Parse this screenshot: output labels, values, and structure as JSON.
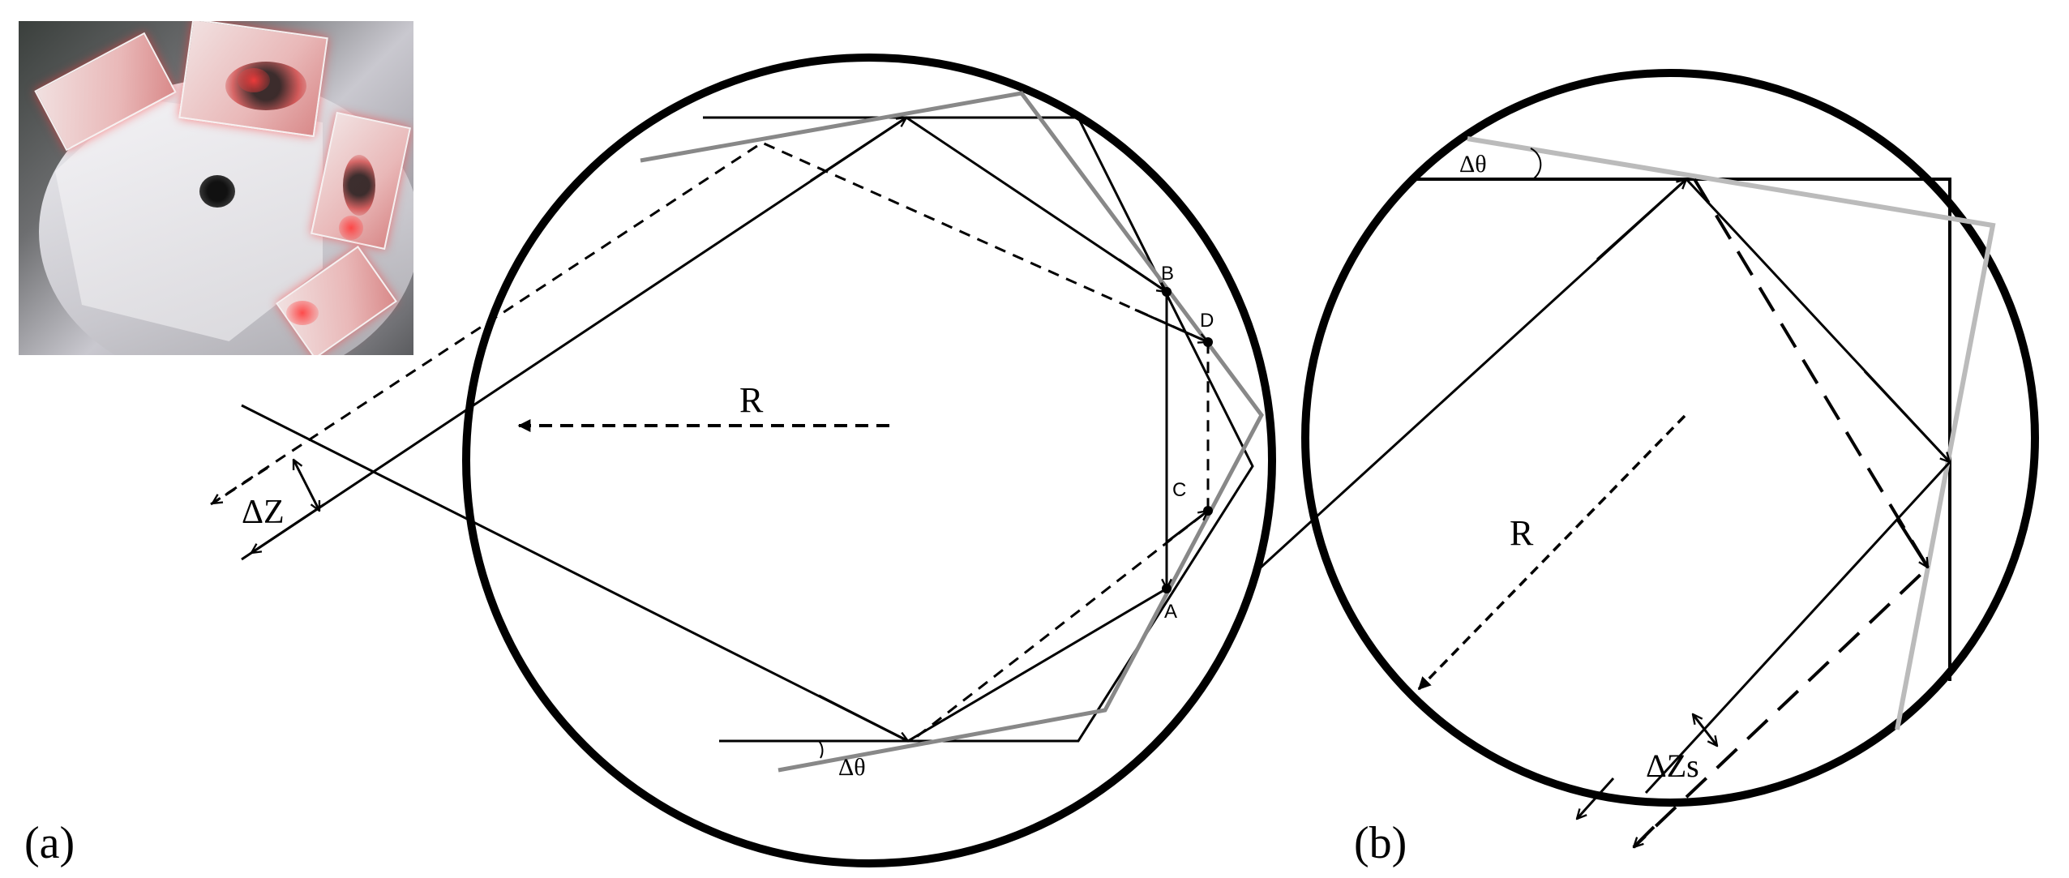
{
  "panels": {
    "a": {
      "label": "(a)"
    },
    "b": {
      "label": "(b)"
    }
  },
  "labels_a": {
    "radius": "R",
    "delta_z": "ΔZ",
    "delta_theta": "Δθ",
    "point_a": "A",
    "point_b": "B",
    "point_c": "C",
    "point_d": "D"
  },
  "labels_b": {
    "radius": "R",
    "delta_theta": "Δθ",
    "delta_zs": "ΔZs"
  },
  "photo": {
    "description_icon": "hexagonal-mirror-setup-photo"
  },
  "colors": {
    "stroke": "#000000",
    "tilted_mirror_a": "#888888",
    "tilted_mirror_b": "#bbbbbb",
    "laser_glow": "#ff4040"
  }
}
